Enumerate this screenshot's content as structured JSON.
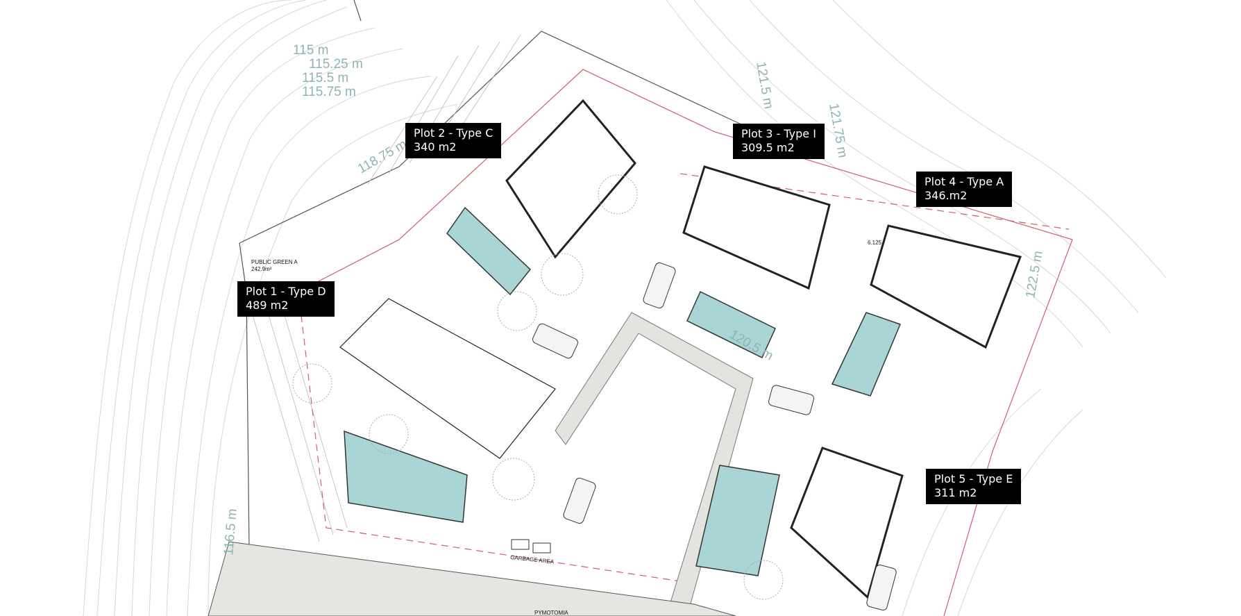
{
  "plots": [
    {
      "name": "Plot 1 - Type D",
      "area": "489 m2"
    },
    {
      "name": "Plot 2 - Type C",
      "area": "340 m2"
    },
    {
      "name": "Plot 3 - Type I",
      "area": "309.5 m2"
    },
    {
      "name": "Plot 4 - Type A",
      "area": "346.m2"
    },
    {
      "name": "Plot 5 - Type E",
      "area": "311 m2"
    }
  ],
  "annotations": {
    "public_green": "PUBLIC GREEN A",
    "public_green_area": "242.9m²",
    "garbage_area": "GARBAGE AREA",
    "road_name": "PYMOTOMIA",
    "dimension": "6.125"
  },
  "contour_labels": [
    "115 m",
    "115.25 m",
    "115.5 m",
    "115.75 m",
    "116.5 m",
    "121.5 m",
    "121.75 m",
    "122.5 m",
    "118.75 m",
    "120.5 m"
  ],
  "colors": {
    "pool": "#a9d5d6",
    "road": "#e3e3e0",
    "contour": "#8fb3b3",
    "boundary": "#c9606a"
  }
}
